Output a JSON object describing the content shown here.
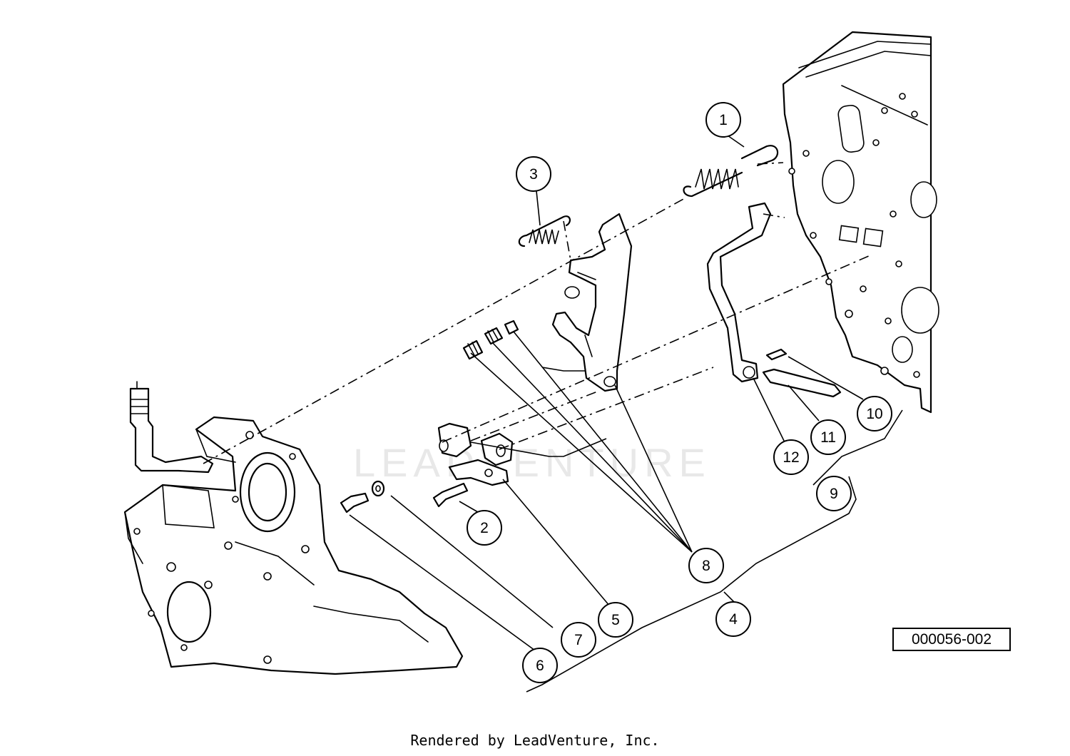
{
  "figure_id": "000056-002",
  "footer": "Rendered by LeadVenture, Inc.",
  "watermark": "LEADVENTURE",
  "callouts": [
    {
      "id": "1",
      "label": "1"
    },
    {
      "id": "2",
      "label": "2"
    },
    {
      "id": "3",
      "label": "3"
    },
    {
      "id": "4",
      "label": "4"
    },
    {
      "id": "5",
      "label": "5"
    },
    {
      "id": "6",
      "label": "6"
    },
    {
      "id": "7",
      "label": "7"
    },
    {
      "id": "8",
      "label": "8"
    },
    {
      "id": "9",
      "label": "9"
    },
    {
      "id": "10",
      "label": "10"
    },
    {
      "id": "11",
      "label": "11"
    },
    {
      "id": "12",
      "label": "12"
    }
  ]
}
